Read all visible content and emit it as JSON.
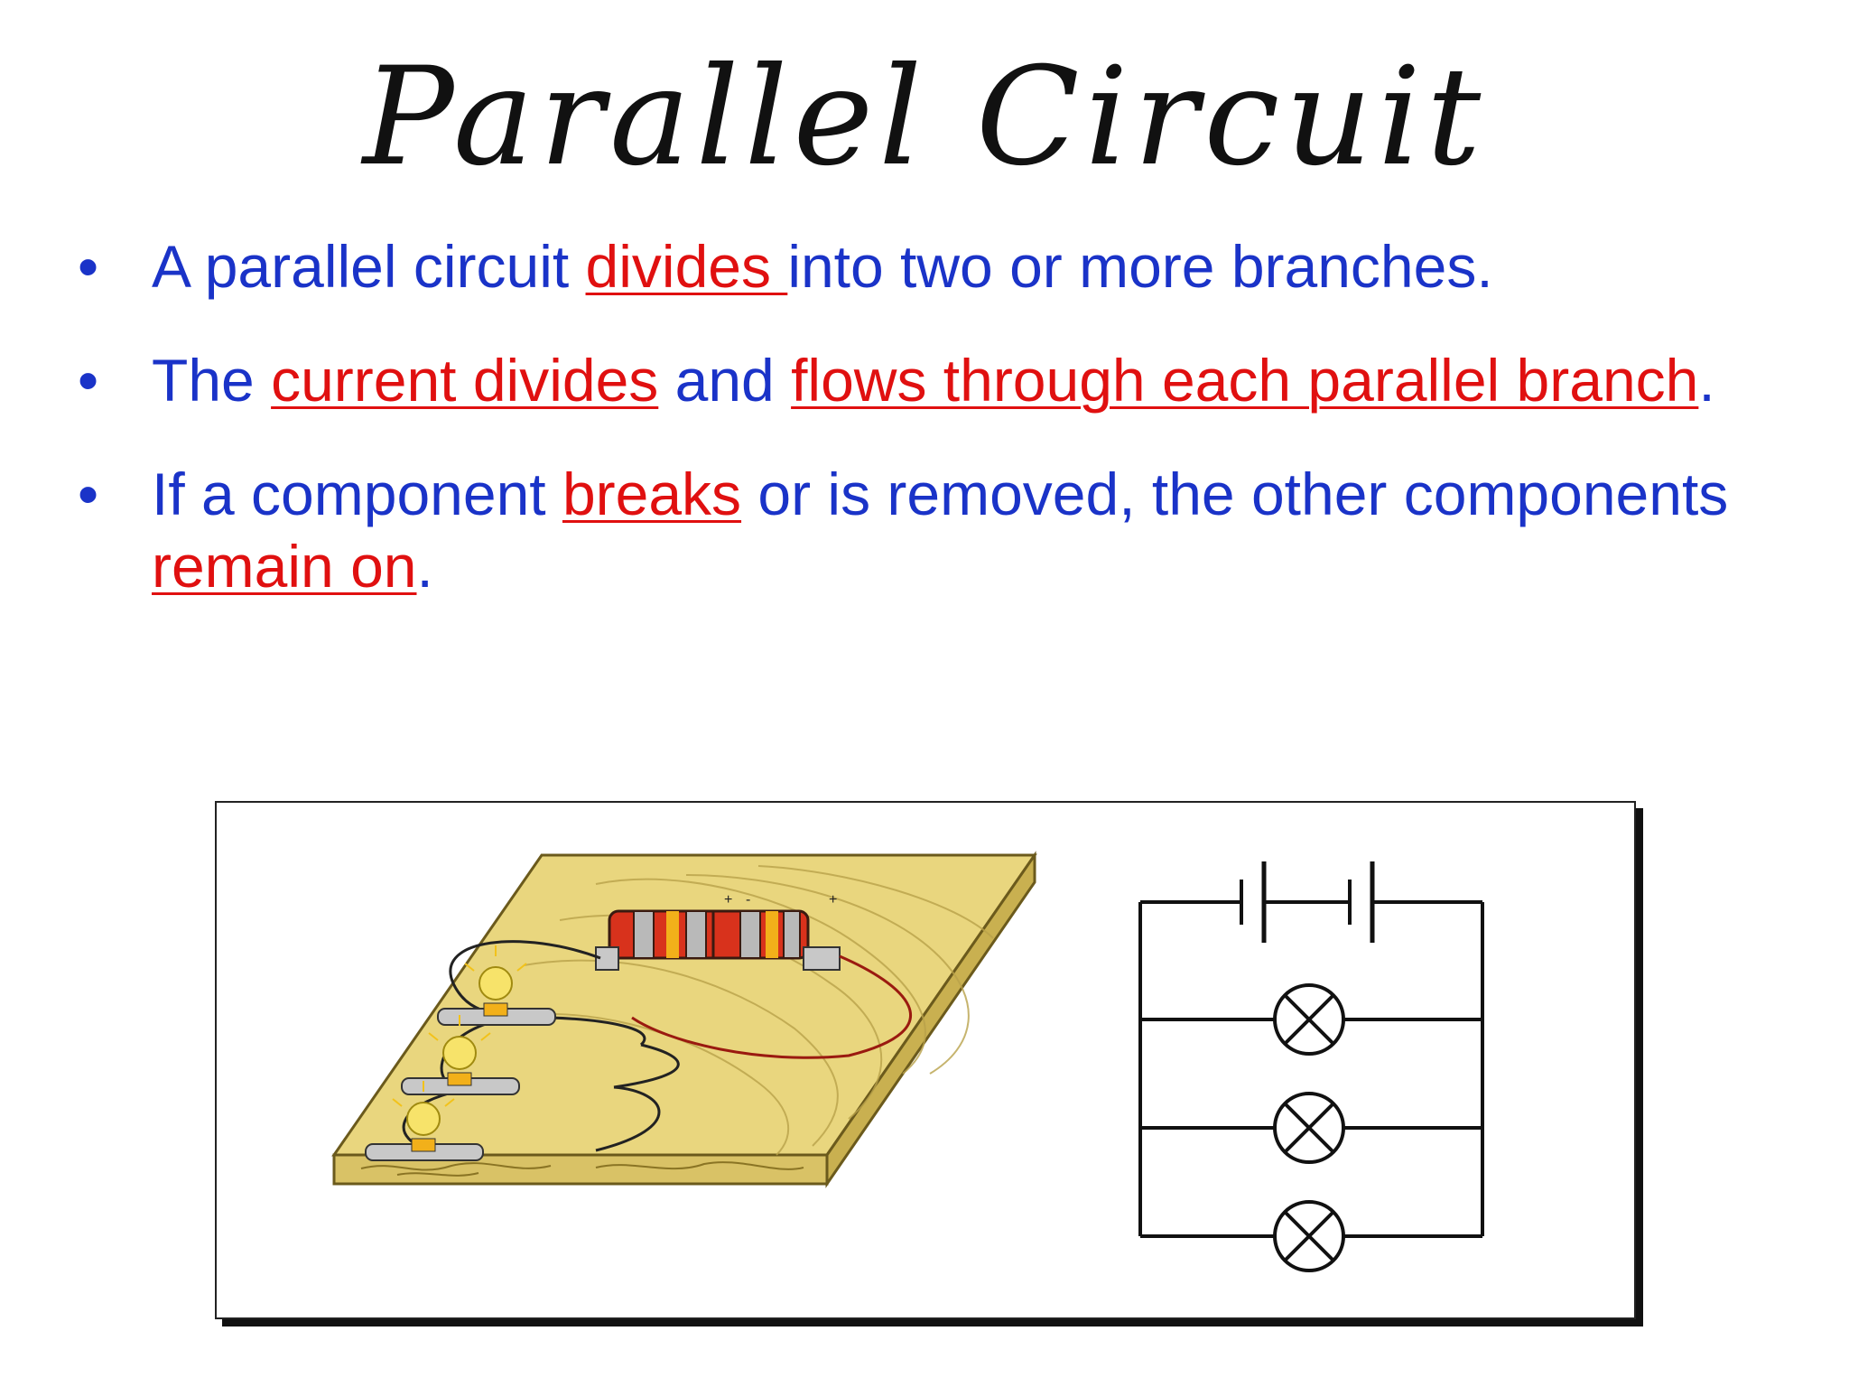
{
  "slide": {
    "title": "Parallel Circuit",
    "bullets": [
      {
        "segments": [
          {
            "text": "A parallel circuit ",
            "highlight": false
          },
          {
            "text": "divides ",
            "highlight": true
          },
          {
            "text": "into two or more branches.",
            "highlight": false
          }
        ]
      },
      {
        "segments": [
          {
            "text": "The ",
            "highlight": false
          },
          {
            "text": "current divides",
            "highlight": true
          },
          {
            "text": " and ",
            "highlight": false
          },
          {
            "text": "flows through each parallel branch",
            "highlight": true
          },
          {
            "text": ".",
            "highlight": false
          }
        ]
      },
      {
        "segments": [
          {
            "text": "If a component ",
            "highlight": false
          },
          {
            "text": "breaks",
            "highlight": true
          },
          {
            "text": " or is removed, the other components ",
            "highlight": false
          },
          {
            "text": "remain on",
            "highlight": true
          },
          {
            "text": ".",
            "highlight": false
          }
        ]
      }
    ],
    "battery_terminal_marks": [
      "+",
      "-",
      "+"
    ]
  },
  "colors": {
    "body_text": "#1a33c8",
    "highlight_text": "#e01010",
    "title_text": "#111111",
    "board_wood": "#e6d27a",
    "battery_red": "#d8321c",
    "wire": "#222222"
  }
}
